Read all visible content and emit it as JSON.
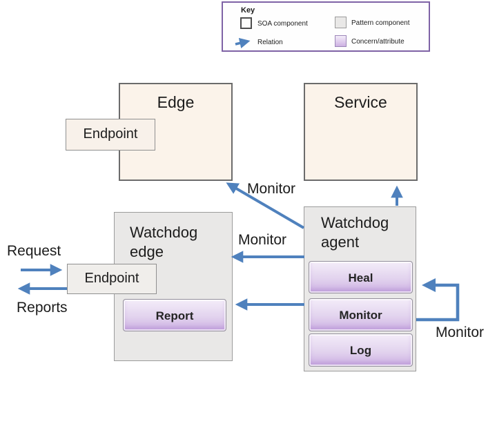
{
  "colors": {
    "accent_blue": "#4f81bd",
    "key_border": "#7e62a5",
    "soa_fill": "#fbf3ea",
    "soa_border": "#6b6b6b",
    "endpoint_fill": "#f8f1ea",
    "endpoint_bottom_fill": "#f0eeeb",
    "endpoint_border": "#8f8f8f",
    "pattern_fill": "#e9e8e7",
    "pattern_border": "#9b9b9b",
    "concern_top": "#f4edf9",
    "concern_mid": "#e2d3ee",
    "concern_bottom": "#cdb1e3",
    "text": "#1c1c1c"
  },
  "key": {
    "title": "Key",
    "soa_label": "SOA component",
    "pattern_label": "Pattern component",
    "relation_label": "Relation",
    "concern_label": "Concern/attribute"
  },
  "boxes": {
    "edge": "Edge",
    "service": "Service",
    "endpoint_top": "Endpoint",
    "endpoint_bottom": "Endpoint",
    "watchdog_edge": "Watchdog edge",
    "watchdog_agent": "Watchdog agent",
    "heal": "Heal",
    "monitor": "Monitor",
    "log": "Log",
    "report": "Report"
  },
  "labels": {
    "request": "Request",
    "reports": "Reports",
    "monitor_to_edge": "Monitor",
    "monitor_to_watchdog_edge": "Monitor",
    "monitor_self": "Monitor"
  }
}
